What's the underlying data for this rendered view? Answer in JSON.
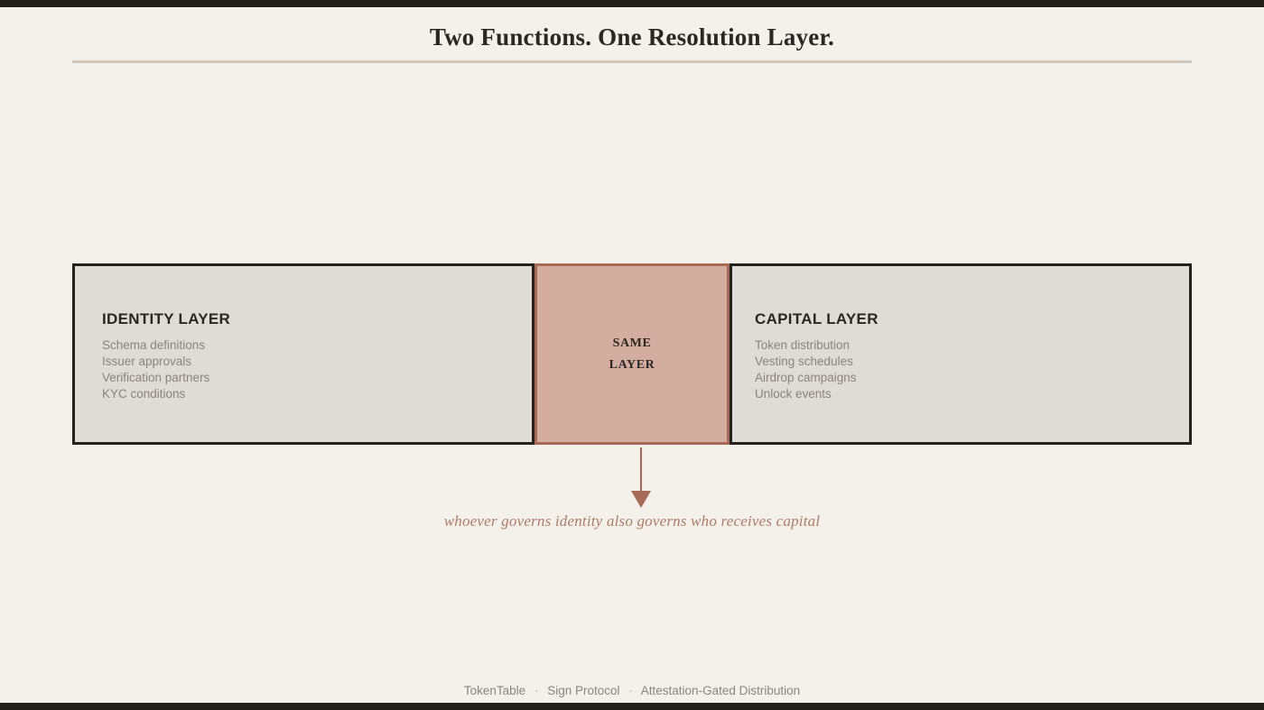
{
  "title": "Two Functions. One Resolution Layer.",
  "colors": {
    "background": "#f4f1ea",
    "edge_bar": "#24211d",
    "panel_fill": "#dfdbd5",
    "panel_border": "#24211d",
    "center_fill": "#d3ad9f",
    "center_border": "#a86a55",
    "accent": "#a86a55",
    "caption_text": "#b07a66",
    "muted_text": "#8a847e",
    "rule": "#cdc7bd"
  },
  "layers": {
    "left": {
      "heading": "IDENTITY LAYER",
      "items": [
        "Schema definitions",
        "Issuer approvals",
        "Verification partners",
        "KYC conditions"
      ]
    },
    "center": {
      "line1": "SAME",
      "line2": "LAYER"
    },
    "right": {
      "heading": "CAPITAL LAYER",
      "items": [
        "Token distribution",
        "Vesting schedules",
        "Airdrop campaigns",
        "Unlock events"
      ]
    }
  },
  "caption": "whoever governs identity also governs who receives capital",
  "footer": {
    "items": [
      "TokenTable",
      "Sign Protocol",
      "Attestation-Gated Distribution"
    ],
    "separator": "·"
  }
}
